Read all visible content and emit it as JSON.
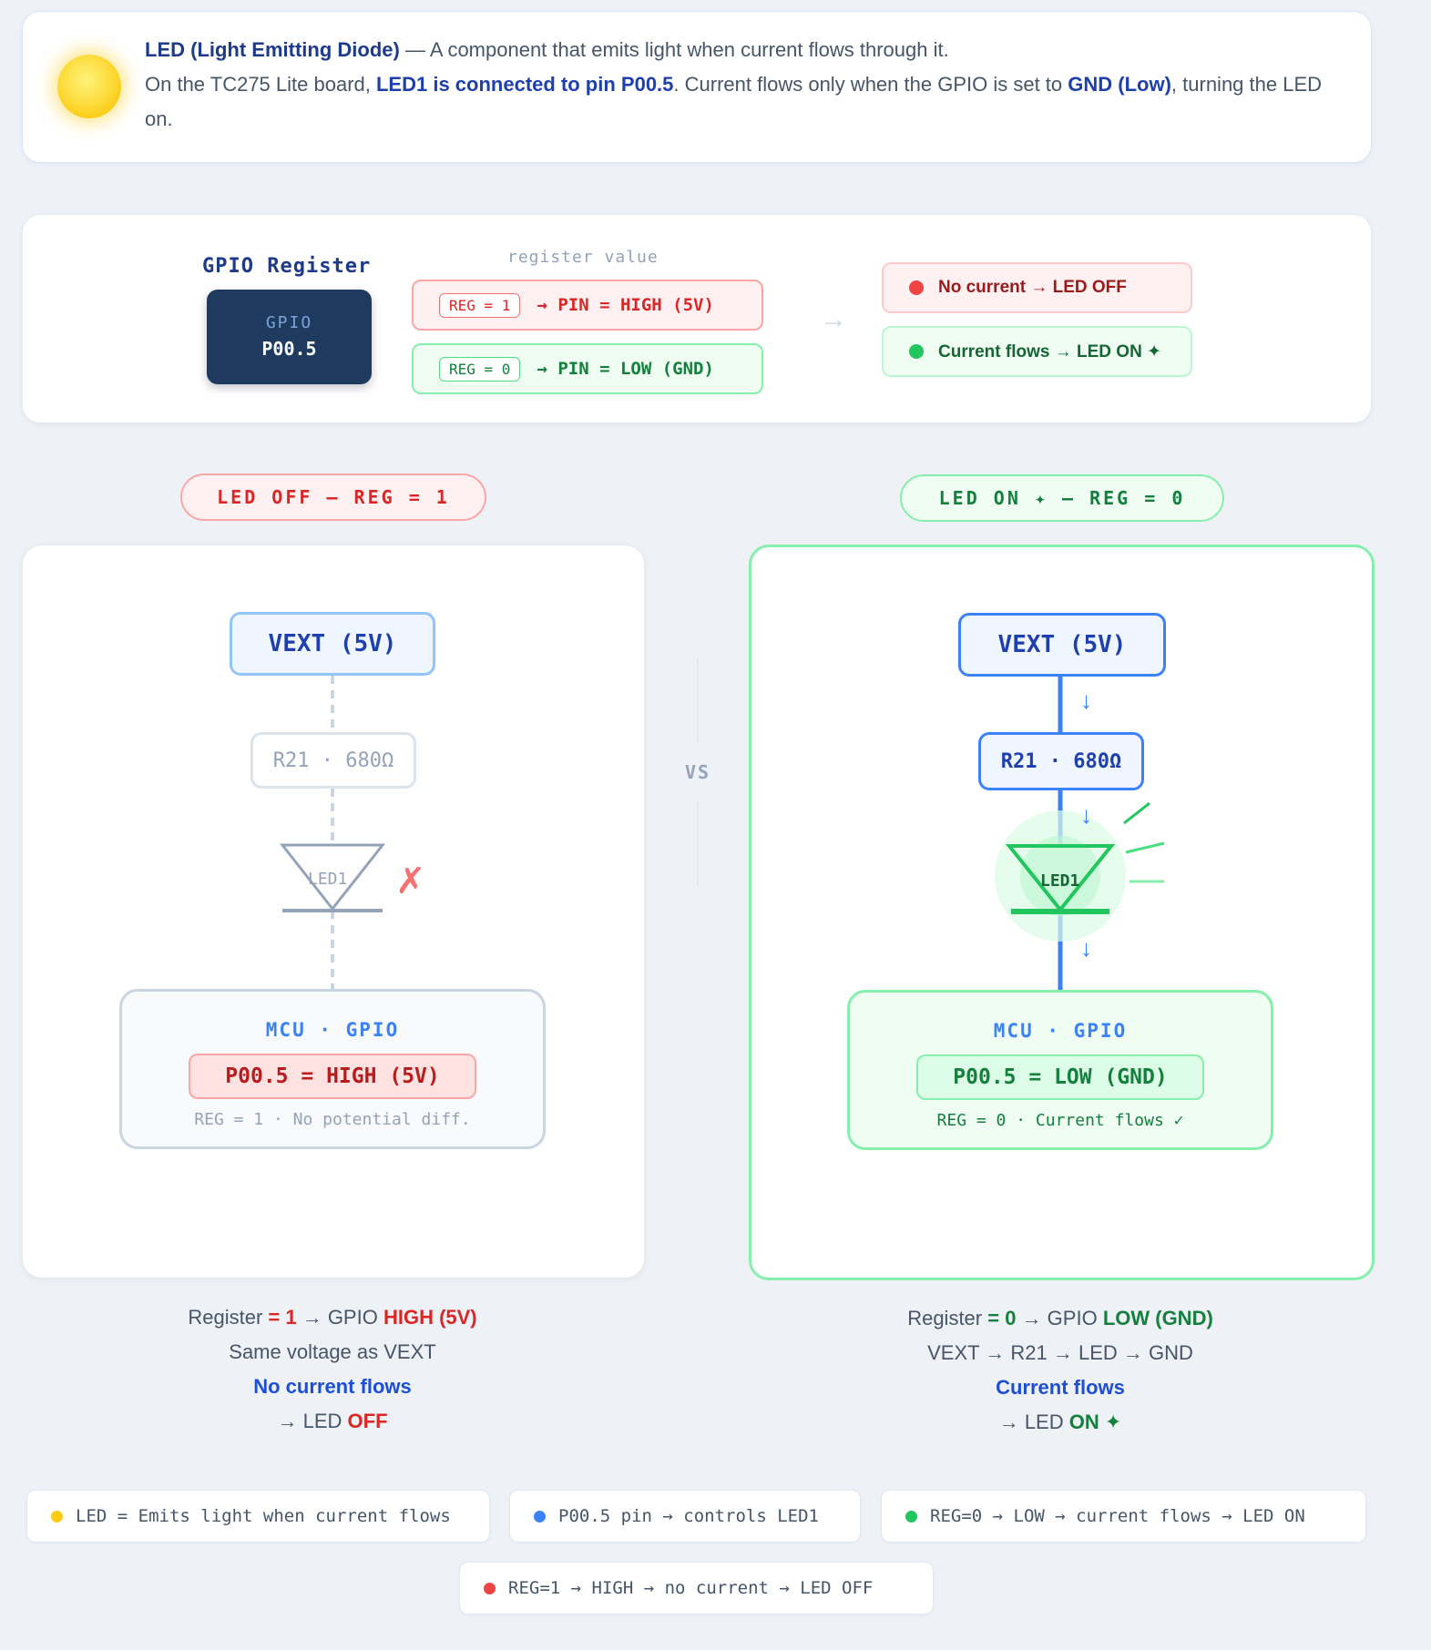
{
  "intro": {
    "title": "LED (Light Emitting Diode)",
    "title_rest": " — A component that emits light when current flows through it.",
    "line2_a": "On the TC275 Lite board, ",
    "line2_b": "LED1 is connected to pin P00.5",
    "line2_c": ". Current flows only when the GPIO is set to ",
    "line2_d": "GND (Low)",
    "line2_e": ", turning the LED on."
  },
  "register": {
    "title": "GPIO Register",
    "chip_line1": "GPIO",
    "chip_line2": "P00.5",
    "value_label": "register value",
    "row_high_tag": "REG = 1",
    "row_high_text": "→ PIN = HIGH (5V)",
    "row_low_tag": "REG = 0",
    "row_low_text": "→ PIN = LOW (GND)",
    "arrow": "→",
    "state_off": "No current → LED OFF",
    "state_on": "Current flows → LED ON ✦"
  },
  "left": {
    "pill": "LED OFF — REG = 1",
    "vext": "VEXT (5V)",
    "resistor": "R21 · 680Ω",
    "led": "LED1",
    "x_mark": "✗",
    "mcu_title": "MCU · GPIO",
    "mcu_pin": "P00.5 = HIGH (5V)",
    "mcu_note": "REG = 1 · No potential diff.",
    "cap1_a": "Register ",
    "cap1_b": "= 1",
    "cap1_c": " → GPIO ",
    "cap1_d": "HIGH (5V)",
    "cap2": "Same voltage as VEXT",
    "cap3": "No current flows",
    "cap4_a": "→ LED ",
    "cap4_b": "OFF"
  },
  "vs": "VS",
  "right": {
    "pill": "LED ON ✦ — REG = 0",
    "vext": "VEXT (5V)",
    "resistor": "R21 · 680Ω",
    "led": "LED1",
    "arrow": "↓",
    "mcu_title": "MCU · GPIO",
    "mcu_pin": "P00.5 = LOW (GND)",
    "mcu_note": "REG = 0 · Current flows ✓",
    "cap1_a": "Register ",
    "cap1_b": "= 0",
    "cap1_c": " → GPIO ",
    "cap1_d": "LOW (GND)",
    "cap2": "VEXT → R21 → LED → GND",
    "cap3": "Current flows",
    "cap4_a": "→ LED ",
    "cap4_b": "ON ✦"
  },
  "legend": [
    {
      "text": "LED = Emits light when current flows",
      "color": "#facc15"
    },
    {
      "text": "P00.5 pin → controls LED1",
      "color": "#3b82f6"
    },
    {
      "text": "REG=0 → LOW → current flows → LED ON",
      "color": "#22c55e"
    },
    {
      "text": "REG=1 → HIGH → no current → LED OFF",
      "color": "#ef4444"
    }
  ]
}
